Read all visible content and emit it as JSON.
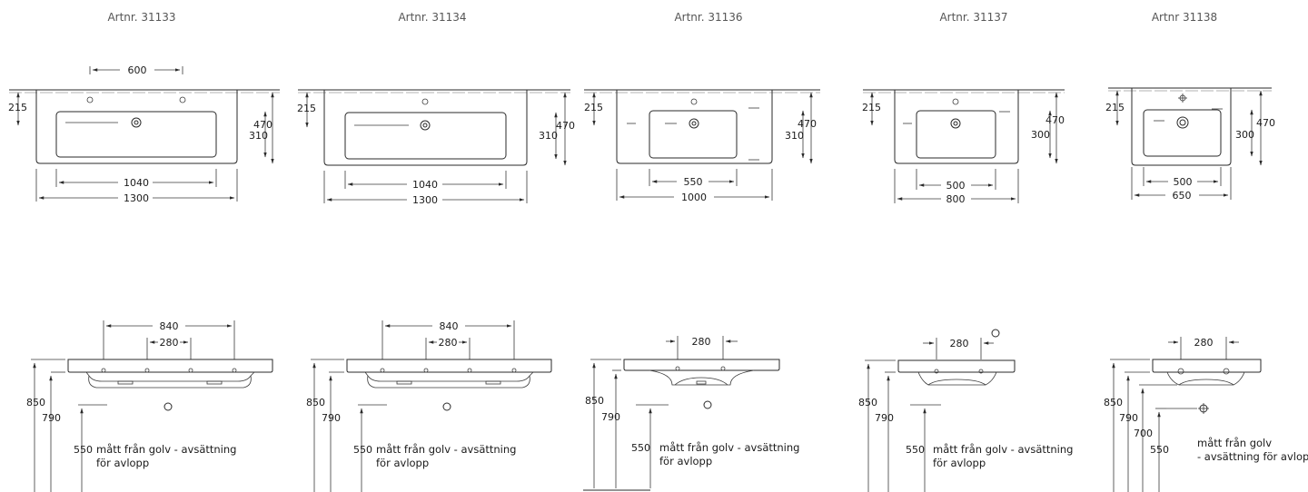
{
  "products": [
    {
      "artnr": "Artnr. 31133",
      "top": {
        "d_holes": "600",
        "d_front": "215",
        "d_depth": "470",
        "d_bowl": "310",
        "d_bowl_w": "1040",
        "d_w": "1300"
      },
      "side": {
        "d_a": "840",
        "d_b": "280",
        "d_850": "850",
        "d_790": "790",
        "d_550": "550",
        "note1": "mått från golv - avsättning",
        "note2": "för avlopp"
      }
    },
    {
      "artnr": "Artnr. 31134",
      "top": {
        "d_front": "215",
        "d_depth": "470",
        "d_bowl": "310",
        "d_bowl_w": "1040",
        "d_w": "1300"
      },
      "side": {
        "d_a": "840",
        "d_b": "280",
        "d_850": "850",
        "d_790": "790",
        "d_550": "550",
        "note1": "mått från golv - avsättning",
        "note2": "för avlopp"
      }
    },
    {
      "artnr": "Artnr. 31136",
      "top": {
        "d_front": "215",
        "d_depth": "470",
        "d_bowl": "310",
        "d_bowl_w": "550",
        "d_w": "1000"
      },
      "side": {
        "d_b": "280",
        "d_850": "850",
        "d_790": "790",
        "d_550": "550",
        "note1": "mått från golv - avsättning",
        "note2": "för avlopp"
      }
    },
    {
      "artnr": "Artnr. 31137",
      "top": {
        "d_front": "215",
        "d_depth": "470",
        "d_bowl": "300",
        "d_bowl_w": "500",
        "d_w": "800"
      },
      "side": {
        "d_b": "280",
        "d_850": "850",
        "d_790": "790",
        "d_550": "550",
        "note1": "mått från golv - avsättning",
        "note2": "för avlopp"
      }
    },
    {
      "artnr": "Artnr 31138",
      "top": {
        "d_front": "215",
        "d_depth": "470",
        "d_bowl": "300",
        "d_bowl_w": "500",
        "d_w": "650"
      },
      "side": {
        "d_b": "280",
        "d_850": "850",
        "d_790": "790",
        "d_700": "700",
        "d_550": "550",
        "note1": "mått från golv",
        "note2": "- avsättning för avlopp"
      }
    }
  ]
}
